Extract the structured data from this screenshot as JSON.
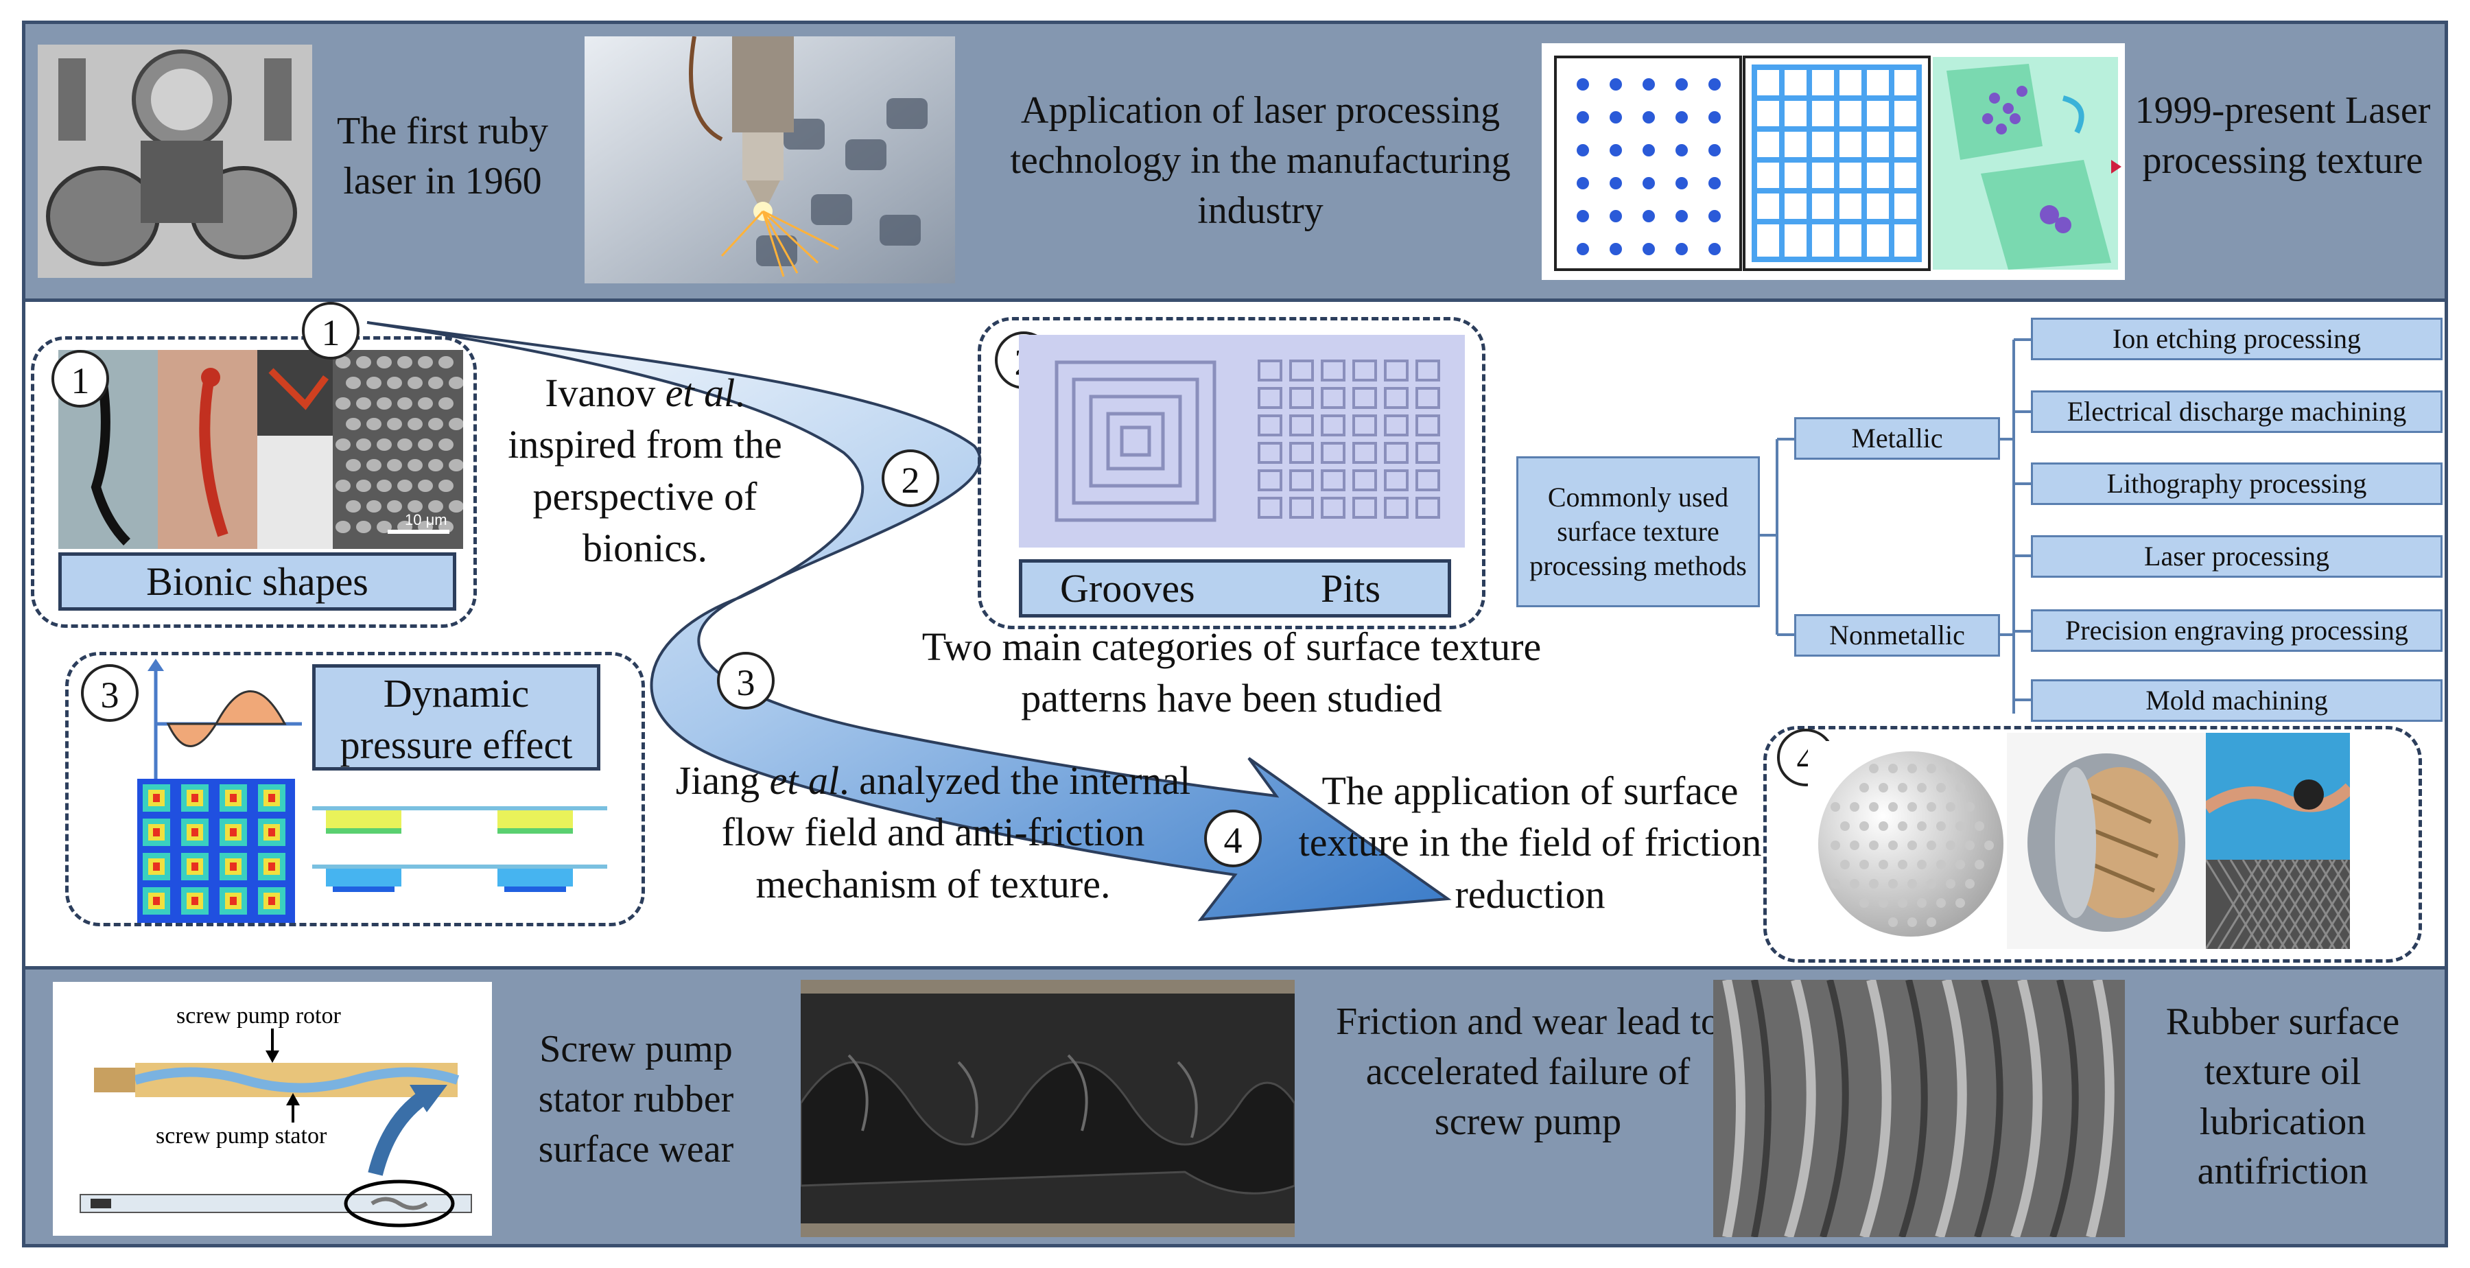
{
  "top": {
    "ruby_caption": "The first ruby laser in 1960",
    "laser_app_caption": "Application of laser processing technology in the manufacturing industry",
    "texture_caption": "1999-present Laser processing texture"
  },
  "middle": {
    "bionic_label": "Bionic   shapes",
    "scale_bar": "10 μm",
    "ivanov_text_pre": "Ivanov ",
    "ivanov_text_em": "et al",
    "ivanov_text_post": ". inspired from the perspective of bionics.",
    "grooves_label": "Grooves",
    "pits_label": "Pits",
    "two_categories_text": "Two main categories of surface texture patterns have been studied",
    "dynamic_label": "Dynamic pressure effect",
    "jiang_text_pre": "Jiang ",
    "jiang_text_em": "et al",
    "jiang_text_post": ". analyzed the internal flow field and anti-friction mechanism of texture.",
    "application_text": "The application of surface texture in the field of friction reduction",
    "numbers": [
      "1",
      "2",
      "3",
      "4"
    ],
    "methods": {
      "root": "Commonly used surface texture processing methods",
      "metallic": "Metallic",
      "nonmetallic": "Nonmetallic",
      "leaves": [
        "Ion etching processing",
        "Electrical discharge machining",
        "Lithography processing",
        "Laser processing",
        "Precision engraving processing",
        "Mold machining"
      ]
    }
  },
  "bottom": {
    "rotor_label": "screw pump rotor",
    "stator_label": "screw pump stator",
    "wear_caption": "Screw pump stator rubber surface wear",
    "failure_caption": "Friction and wear lead to accelerated failure of screw pump",
    "lubrication_caption": "Rubber surface texture oil lubrication antifriction"
  },
  "colors": {
    "band_bg": "#8497b0",
    "band_border": "#3a4f6e",
    "label_box": "#b7d1ef",
    "arrow_gradient_start": "#ffffff",
    "arrow_gradient_end": "#3a7bc8"
  }
}
